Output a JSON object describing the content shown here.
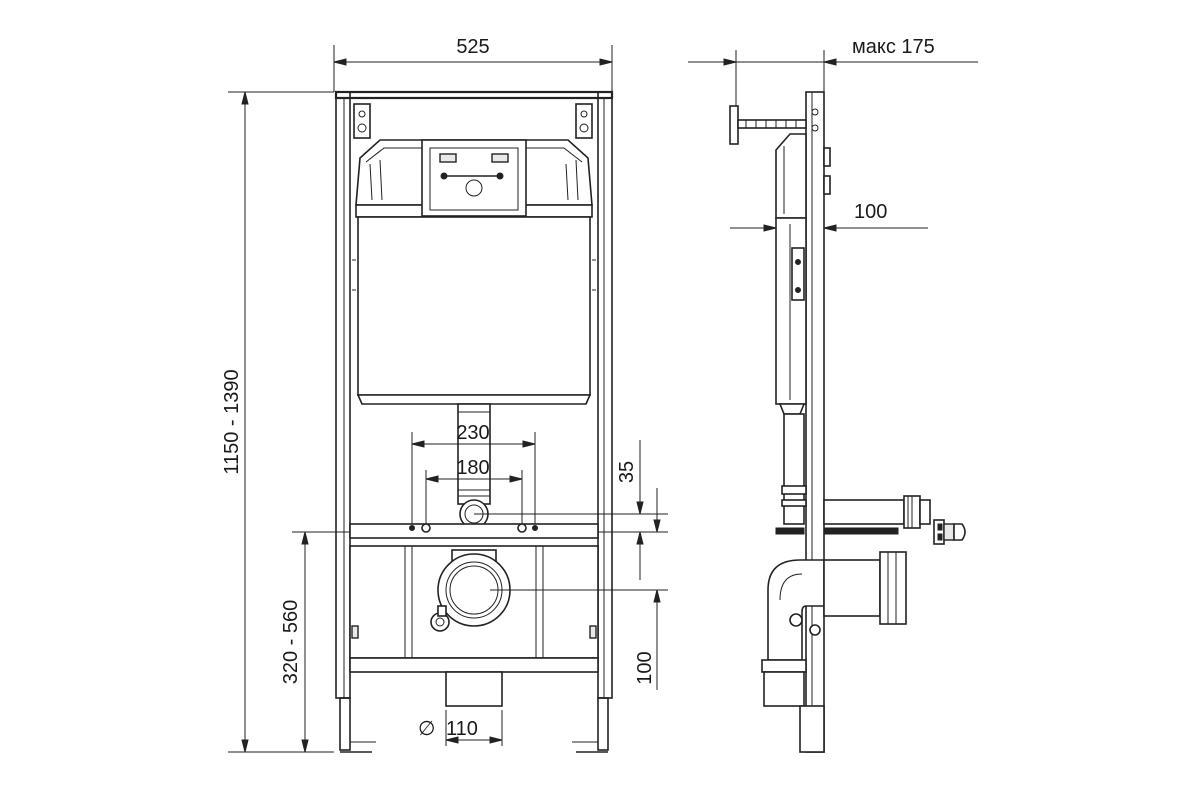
{
  "dimensions": {
    "width_total": "525",
    "height_range": "1150 - 1390",
    "seat_height_range": "320 - 560",
    "pipe_diameter_symbol": "∅",
    "pipe_diameter": "110",
    "flush_spacing_230": "230",
    "flush_spacing_180": "180",
    "offset_35": "35",
    "offset_100_bottom": "100",
    "depth_max": "макс 175",
    "depth_100": "100"
  }
}
